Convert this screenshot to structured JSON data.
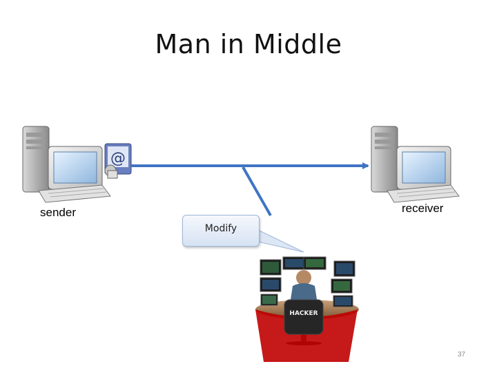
{
  "slide": {
    "title": "Man in Middle",
    "page_number": "37"
  },
  "nodes": {
    "sender_label": "sender",
    "receiver_label": "receiver",
    "hacker_badge": "HACKER"
  },
  "callout": {
    "text": "Modify"
  },
  "colors": {
    "arrow": "#3f74c4",
    "arrow_dark": "#2b559a",
    "callout_border": "#9fb6d8"
  }
}
